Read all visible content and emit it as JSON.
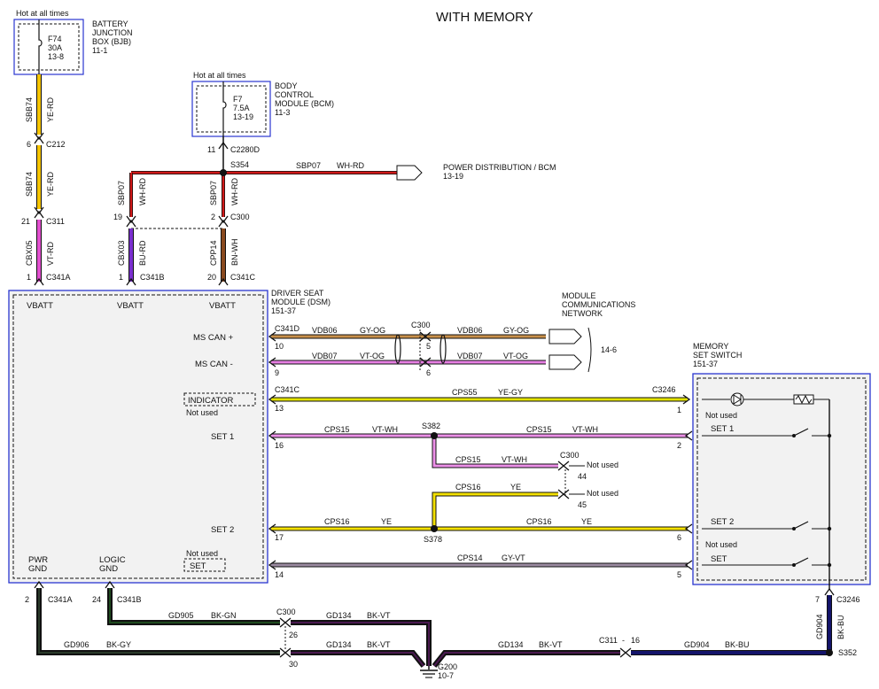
{
  "title": "WITH MEMORY",
  "colors": {
    "YE-RD": "#f5c400",
    "VT-RD": "#e24fcf",
    "BU-RD": "#7a2fcf",
    "WH-RD": "#d01818",
    "BN-WH": "#8a4a1f",
    "GY-OG": "#c8904a",
    "VT-OG": "#e77fe3",
    "YE-GY": "#e2e200",
    "VT-WH": "#ec8fe8",
    "YE": "#f3e000",
    "GY-VT": "#9a8aa0",
    "BK-GN": "#1e4a1e",
    "BK-GY": "#2a3a2a",
    "BK-VT": "#4a1a50",
    "BK-BU": "#14146a",
    "box_blue": "#2a36d0"
  },
  "fuse_bjb": {
    "hot": "Hot at all times",
    "f_name": "F74",
    "f_amp": "30A",
    "f_ref": "13-8",
    "box": [
      "BATTERY",
      "JUNCTION",
      "BOX (BJB)",
      "11-1"
    ]
  },
  "fuse_bcm": {
    "hot": "Hot at all times",
    "f_name": "F7",
    "f_amp": "7.5A",
    "f_ref": "13-19",
    "box": [
      "BODY",
      "CONTROL",
      "MODULE (BCM)",
      "11-3"
    ]
  },
  "left_wire": {
    "c1": "SBB74",
    "c1b": "YE-RD",
    "pin6": "6",
    "c212": "C212",
    "c2": "SBB74",
    "c2b": "YE-RD",
    "pin21": "21",
    "c311": "C311",
    "c3": "CBX05",
    "c3b": "VT-RD",
    "pin1": "1",
    "c341a": "C341A"
  },
  "mid_wire": {
    "pin11": "11",
    "c2280d": "C2280D",
    "s354": "S354",
    "sbp07_h": "SBP07",
    "whrd_h": "WH-RD",
    "power": [
      "POWER DISTRIBUTION / BCM",
      "13-19"
    ],
    "sbp07_a": "SBP07",
    "whrd_a": "WH-RD",
    "pin19": "19",
    "sbp07_b": "SBP07",
    "whrd_b": "WH-RD",
    "pin2": "2",
    "c300": "C300",
    "cbx03": "CBX03",
    "burd": "BU-RD",
    "pin1b": "1",
    "c341b": "C341B",
    "cpp14": "CPP14",
    "bnwh": "BN-WH",
    "pin20": "20",
    "c341c": "C341C"
  },
  "dsm": {
    "name": [
      "DRIVER SEAT",
      "MODULE (DSM)",
      "151-37"
    ],
    "vbatt": [
      "VBATT",
      "VBATT",
      "VBATT"
    ],
    "ms_can_p": "MS CAN +",
    "ms_can_m": "MS CAN -",
    "indicator": "INDICATOR",
    "not_used_1": "Not used",
    "set1": "SET 1",
    "set2": "SET 2",
    "not_used_2": "Not used",
    "set": "SET",
    "pwr": [
      "PWR",
      "GND"
    ],
    "logic": [
      "LOGIC",
      "GND"
    ]
  },
  "network": {
    "c341d": "C341D",
    "c300": "C300",
    "p10": "10",
    "p9": "9",
    "p5": "5",
    "p6": "6",
    "vdb06": "VDB06",
    "gyog": "GY-OG",
    "vdb07": "VDB07",
    "vtog": "VT-OG",
    "vdb06b": "VDB06",
    "gyogb": "GY-OG",
    "vdb07b": "VDB07",
    "vtogb": "VT-OG",
    "label": [
      "MODULE",
      "COMMUNICATIONS",
      "NETWORK"
    ],
    "ref": "14-6"
  },
  "indicator_wire": {
    "c341c": "C341C",
    "p13": "13",
    "cps55": "CPS55",
    "yegy": "YE-GY",
    "c3246": "C3246",
    "p1": "1"
  },
  "set1_wire": {
    "p16": "16",
    "cps15a": "CPS15",
    "vtwha": "VT-WH",
    "s382": "S382",
    "cps15b": "CPS15",
    "vtwhb": "VT-WH",
    "p2": "2",
    "cps15c": "CPS15",
    "vtwhc": "VT-WH",
    "c300": "C300",
    "not_used_a": "Not used",
    "p44": "44",
    "cps16a": "CPS16",
    "yea": "YE",
    "not_used_b": "Not used",
    "p45": "45"
  },
  "set2_wire": {
    "p17": "17",
    "cps16b": "CPS16",
    "yeb": "YE",
    "s378": "S378",
    "cps16c": "CPS16",
    "yec": "YE",
    "p6": "6"
  },
  "set_wire": {
    "p14": "14",
    "cps14": "CPS14",
    "gyvt": "GY-VT",
    "p5": "5"
  },
  "mem_switch": {
    "name": [
      "MEMORY",
      "SET SWITCH",
      "151-37"
    ],
    "not_used_1": "Not used",
    "set1": "SET 1",
    "set2": "SET 2",
    "not_used_2": "Not used",
    "set": "SET",
    "p7": "7",
    "c3246": "C3246",
    "gd904": "GD904",
    "bkbu": "BK-BU"
  },
  "ground": {
    "p2": "2",
    "c341a": "C341A",
    "p24": "24",
    "c341b": "C341B",
    "c300": "C300",
    "gd905": "GD905",
    "bkgn": "BK-GN",
    "gd134a": "GD134",
    "bkvta": "BK-VT",
    "p26": "26",
    "gd906": "GD906",
    "bkgy": "BK-GY",
    "gd134b": "GD134",
    "bkvtb": "BK-VT",
    "p30": "30",
    "gd134c": "GD134",
    "bkvtc": "BK-VT",
    "c311": "C311",
    "dash": "-",
    "p16": "16",
    "gd904": "GD904",
    "bkbu": "BK-BU",
    "s352": "S352",
    "g200": "G200",
    "g200ref": "10-7"
  }
}
